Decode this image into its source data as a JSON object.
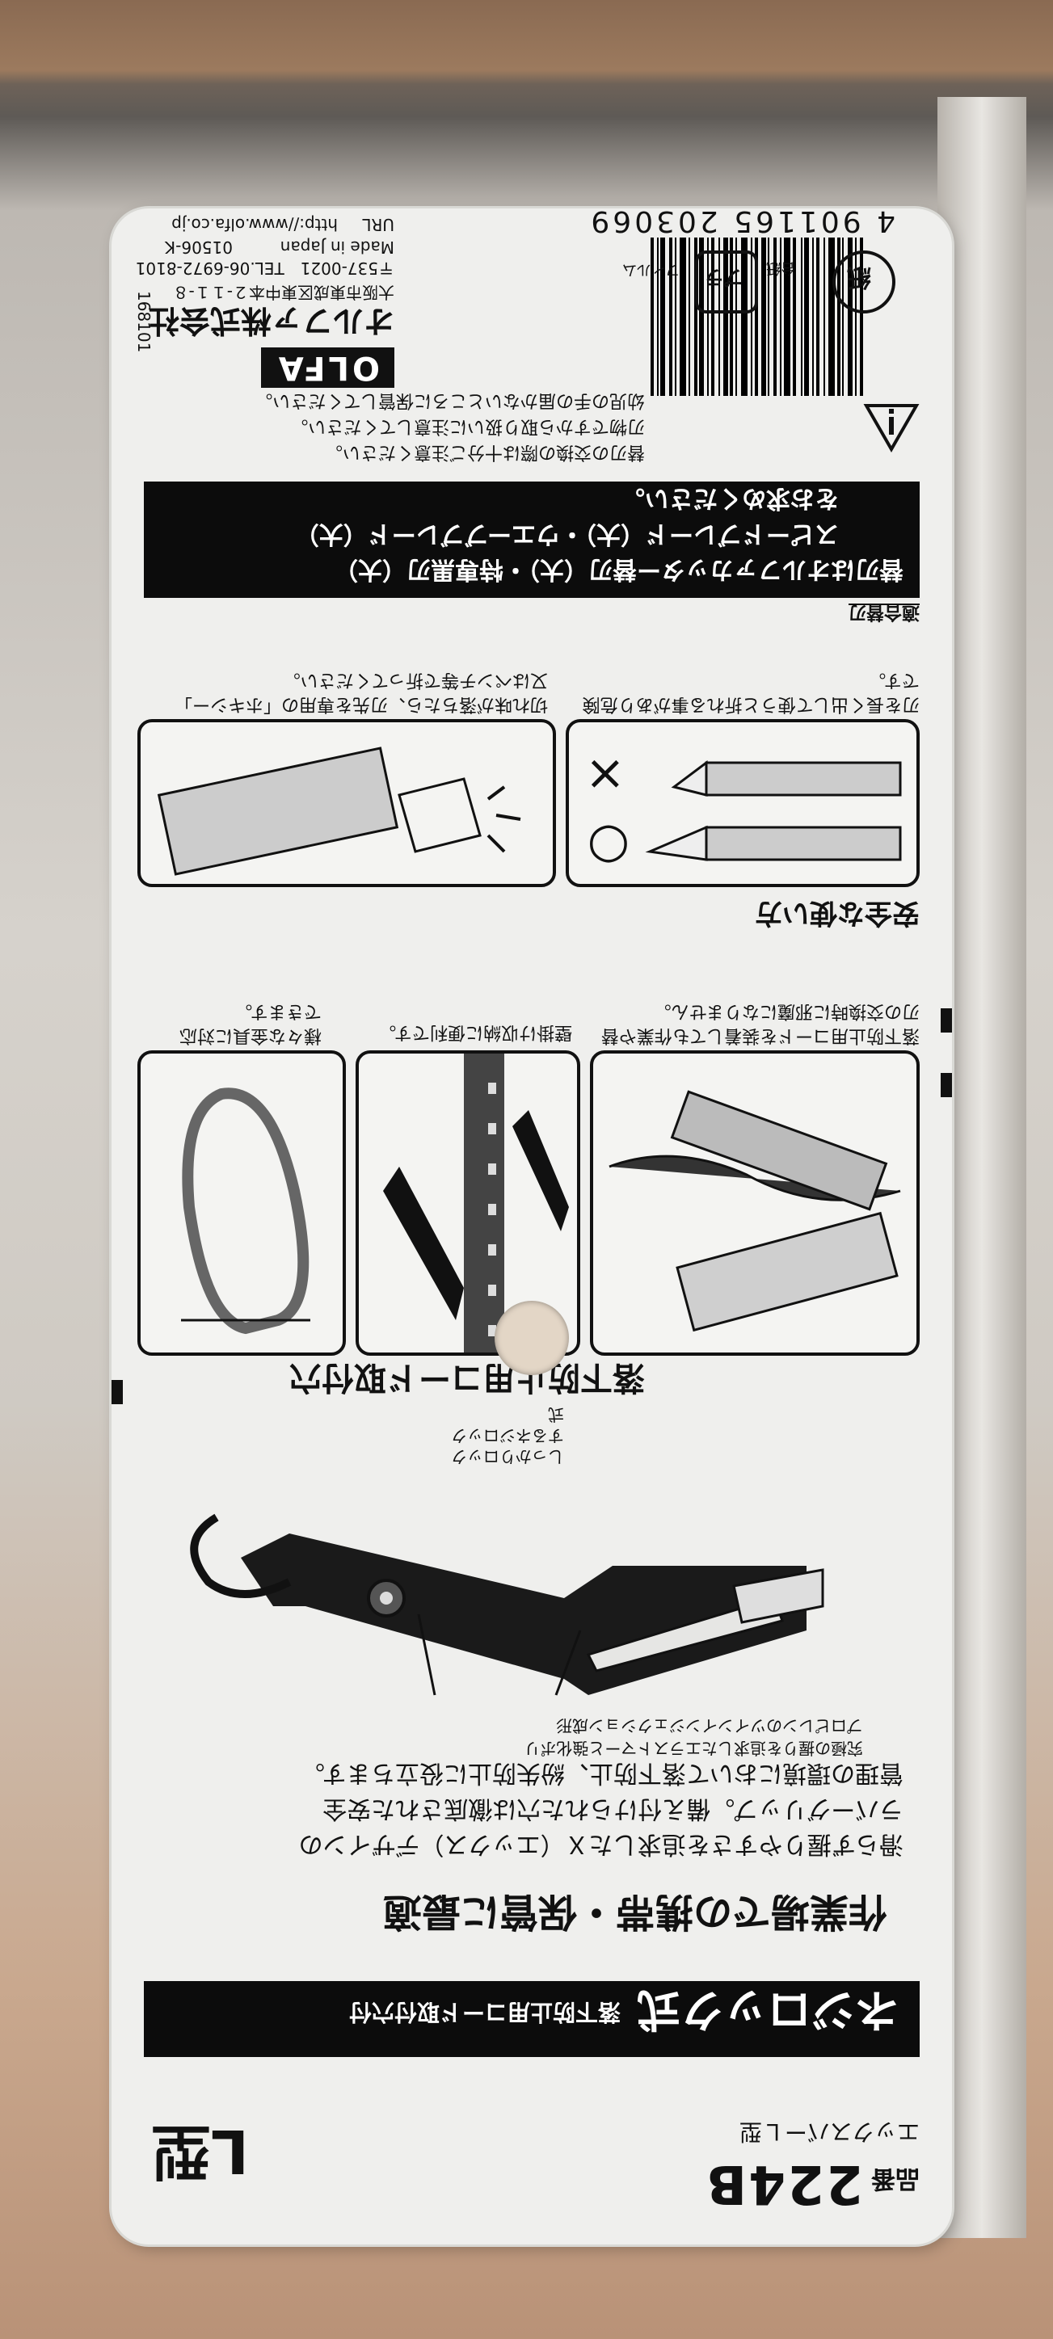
{
  "product": {
    "number_label": "品番",
    "number": "224B",
    "type_label": "L型",
    "name": "エックスバーＬ型"
  },
  "header_bar": {
    "title": "ネジロック式",
    "subtitle": "落下防止用コード取付穴付"
  },
  "headline": "作業場での携帯・保管に最適",
  "description": [
    "滑らず握りやすさを追求したＸ（エックス）デザインの",
    "ラバーグリップ。備え付けられた穴は徹底された安全",
    "管理の環境において落下防止、紛失防止に役立ちます。"
  ],
  "callouts": {
    "grip": "究極の握りを追求したエラストマーと強化ポリプロピレンのツインインジェクション成形",
    "lock": "しっかりロックするネジロック式"
  },
  "cord_section": {
    "title": "落下防止用コード取付穴",
    "caption_1": "落下防止用コードを装着しても作業や替刃の交換時に邪魔になりません。",
    "caption_2": "壁掛け収納に便利です。",
    "caption_3": "様々な金具に対応できます。"
  },
  "safety_section": {
    "title": "安全な使い方",
    "caption_1": "刃を長く出して使うと折れる事があり危険です。",
    "caption_2": "切れ味が落ちたら、刃先を専用の「ホキシー」又はペンチ等で折ってください。",
    "mark_ok": "○",
    "mark_ng": "×"
  },
  "blades": {
    "label": "適合替刃",
    "line_1": "替刃はオルファカッター替刃（大）・特専黒刃（大）",
    "line_2": "スピードブレード（大）・ウエーブブレード（大）",
    "line_3": "をお求めください。"
  },
  "warnings": [
    "替刃の交換の際は十分ご注意ください。",
    "刃物ですから取り扱いに注意してください。",
    "幼児の手の届かないところに保管してください。"
  ],
  "company": {
    "logo": "OLFA",
    "name": "オルファ株式会社",
    "address": "大阪市東成区東中本２-１１-８",
    "postal_tel": "〒537-0021　TEL.06-6972-8101",
    "made_in": "Made in Japan",
    "code": "01506-K",
    "url_label": "URL",
    "url": "http://www.olfa.co.jp",
    "lot": "168101"
  },
  "barcode": {
    "digits": "4 901165 203069"
  },
  "recycle": {
    "paper": "紙",
    "paper_label": "台紙",
    "plastic": "プラ",
    "plastic_label": "フィルム"
  }
}
